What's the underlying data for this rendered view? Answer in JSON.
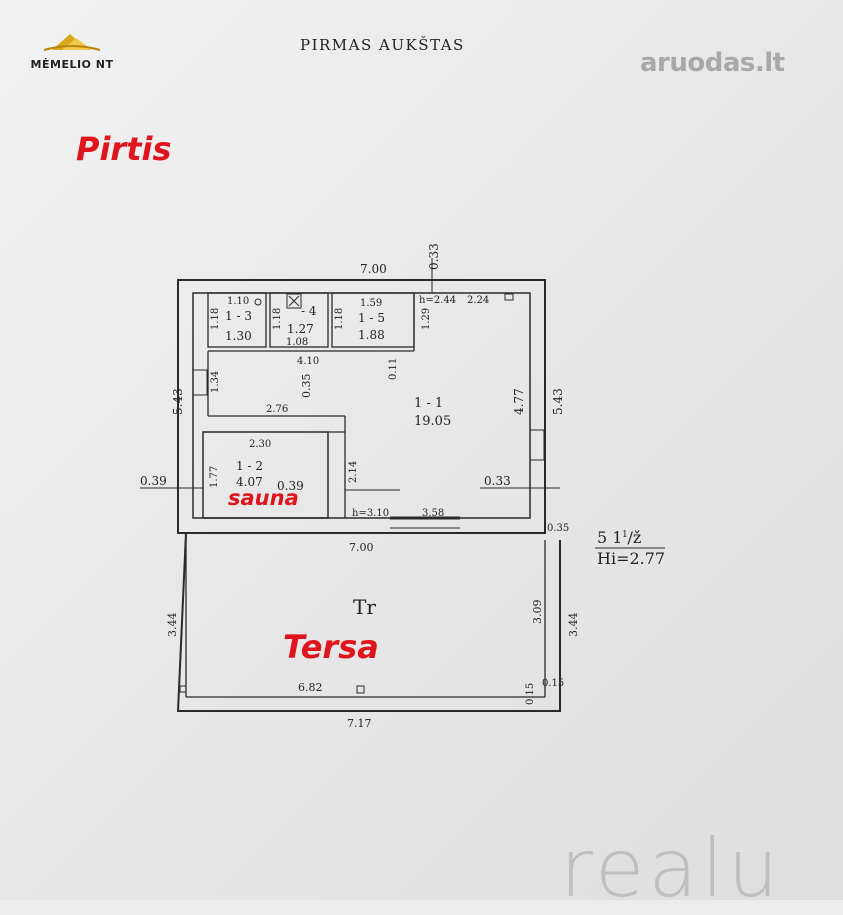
{
  "header": {
    "title": "PIRMAS AUKŠTAS"
  },
  "brand_left": {
    "name": "MĖMELIO NT"
  },
  "brand_right": {
    "name": "aruodas.lt"
  },
  "annotations": {
    "building": "Pirtis",
    "sauna": "sauna",
    "terrace": "Tersa"
  },
  "watermark": {
    "text": "realu"
  },
  "plan": {
    "dims": {
      "top": "7.00",
      "top_offset": "0.33",
      "left_wall": "5.43",
      "right_wall": "5.43",
      "right_inner": "4.77",
      "r13_w": "1.10",
      "r13_h": "1.18",
      "r13_area": "1.30",
      "r14_h": "1.18",
      "r14_area": "1.27",
      "r14_w": "1.08",
      "r15_w": "1.59",
      "r15_h": "1.18",
      "r15_area": "1.88",
      "strip_w": "4.10",
      "strip_r": "1.29",
      "strip_gap": "0.11",
      "h_top": "h=2.44",
      "top_right": "2.24",
      "step_h": "1.34",
      "step_v": "0.35",
      "step_w": "2.76",
      "sauna_w": "2.30",
      "sauna_h": "1.77",
      "sauna_r": "2.14",
      "left_out": "0.39",
      "inner_039": "0.39",
      "right_033": "0.33",
      "h_bottom": "h=3.10",
      "door_w": "3.58",
      "bottom": "7.00",
      "corner": "0.35",
      "ter_left": "3.44",
      "ter_right": "3.44",
      "ter_inner": "3.09",
      "ter_w": "6.82",
      "ter_total": "7.17",
      "ter_small1": "0.15",
      "ter_small2": "0.15"
    },
    "rooms": {
      "r1": {
        "id": "1 - 1",
        "area": "19.05"
      },
      "r2": {
        "id": "1 - 2",
        "area": "4.07"
      },
      "r3": {
        "id": "1 - 3"
      },
      "r4": {
        "id": "- 4"
      },
      "r5": {
        "id": "1 - 5"
      },
      "terrace": {
        "id": "Tr"
      }
    },
    "note": {
      "line1": "5 1 /ž",
      "sup": "1",
      "line2": "Hi=2.77"
    }
  }
}
